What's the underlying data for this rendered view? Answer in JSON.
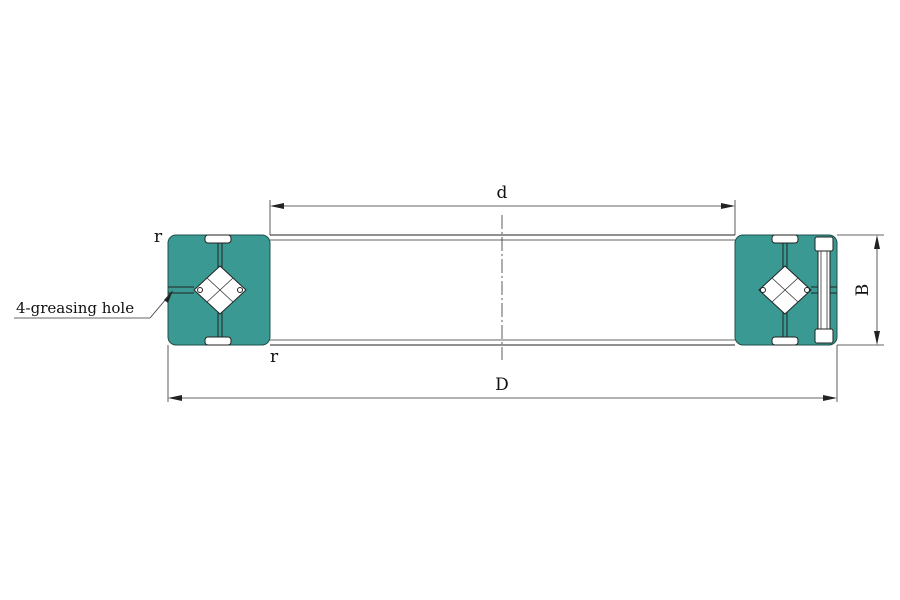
{
  "colors": {
    "ring": "#3a9a93",
    "background": "#ffffff",
    "line": "#222222"
  },
  "labels": {
    "inner_diameter": "d",
    "outer_diameter": "D",
    "width": "B",
    "radius_top": "r",
    "radius_bottom": "r",
    "greasing_hole": "4-greasing hole"
  }
}
